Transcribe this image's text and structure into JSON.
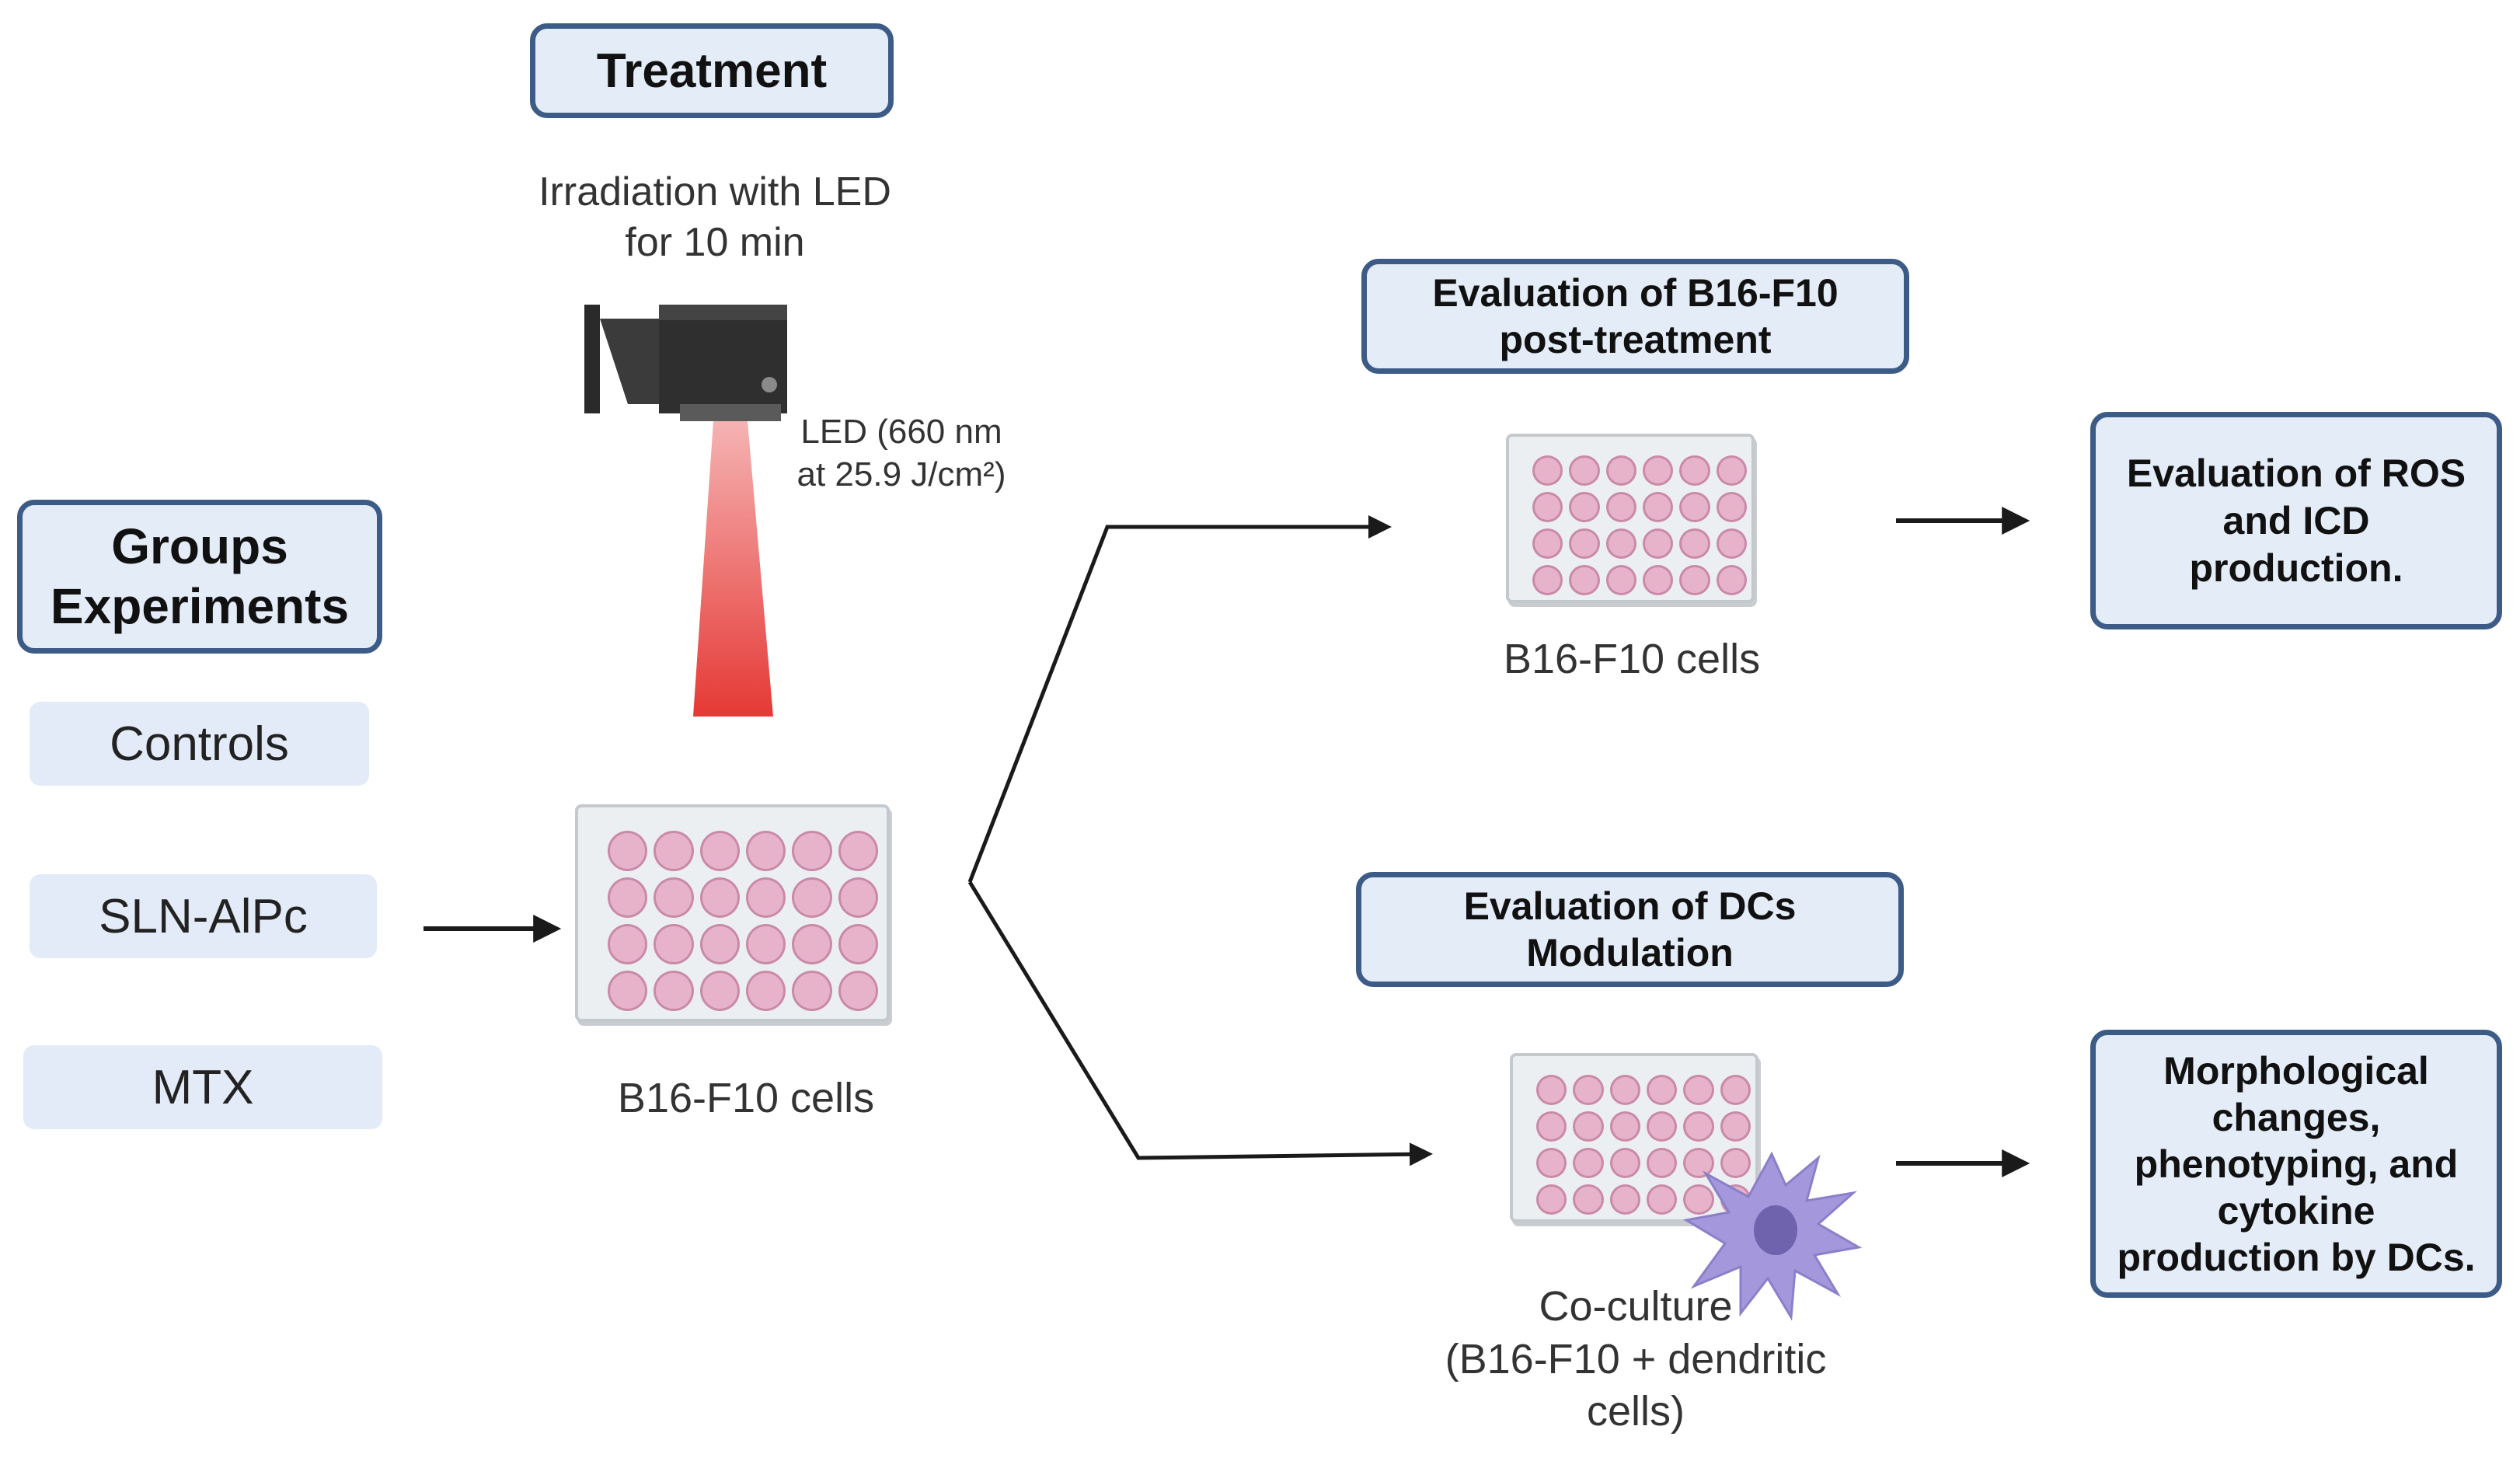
{
  "treatment": {
    "title": "Treatment",
    "caption_line1": "Irradiation with LED",
    "caption_line2": "for 10 min",
    "led_line1": "LED (660 nm",
    "led_line2": "at 25.9 J/cm²)"
  },
  "groups": {
    "title_line1": "Groups",
    "title_line2": "Experiments",
    "items": [
      "Controls",
      "SLN-AlPc",
      "MTX"
    ]
  },
  "plate_main": {
    "caption": "B16-F10 cells"
  },
  "eval_b16": {
    "title_line1": "Evaluation of B16-F10",
    "title_line2": "post-treatment",
    "caption": "B16-F10 cells"
  },
  "eval_dcs": {
    "title_line1": "Evaluation of DCs",
    "title_line2": "Modulation",
    "caption_line1": "Co-culture",
    "caption_line2": "(B16-F10 + dendritic",
    "caption_line3": "cells)"
  },
  "result_ros": {
    "line1": "Evaluation of ROS",
    "line2": "and ICD",
    "line3": "production."
  },
  "result_dcs": {
    "line1": "Morphological",
    "line2": "changes,",
    "line3": "phenotyping, and",
    "line4": "cytokine",
    "line5": "production by DCs."
  },
  "colors": {
    "box_border": "#3c5b86",
    "box_fill": "#e3ecf7",
    "well_fill": "#e7b3cb",
    "led_beam": "#e53935",
    "dc_cell": "#9c8fd6"
  }
}
